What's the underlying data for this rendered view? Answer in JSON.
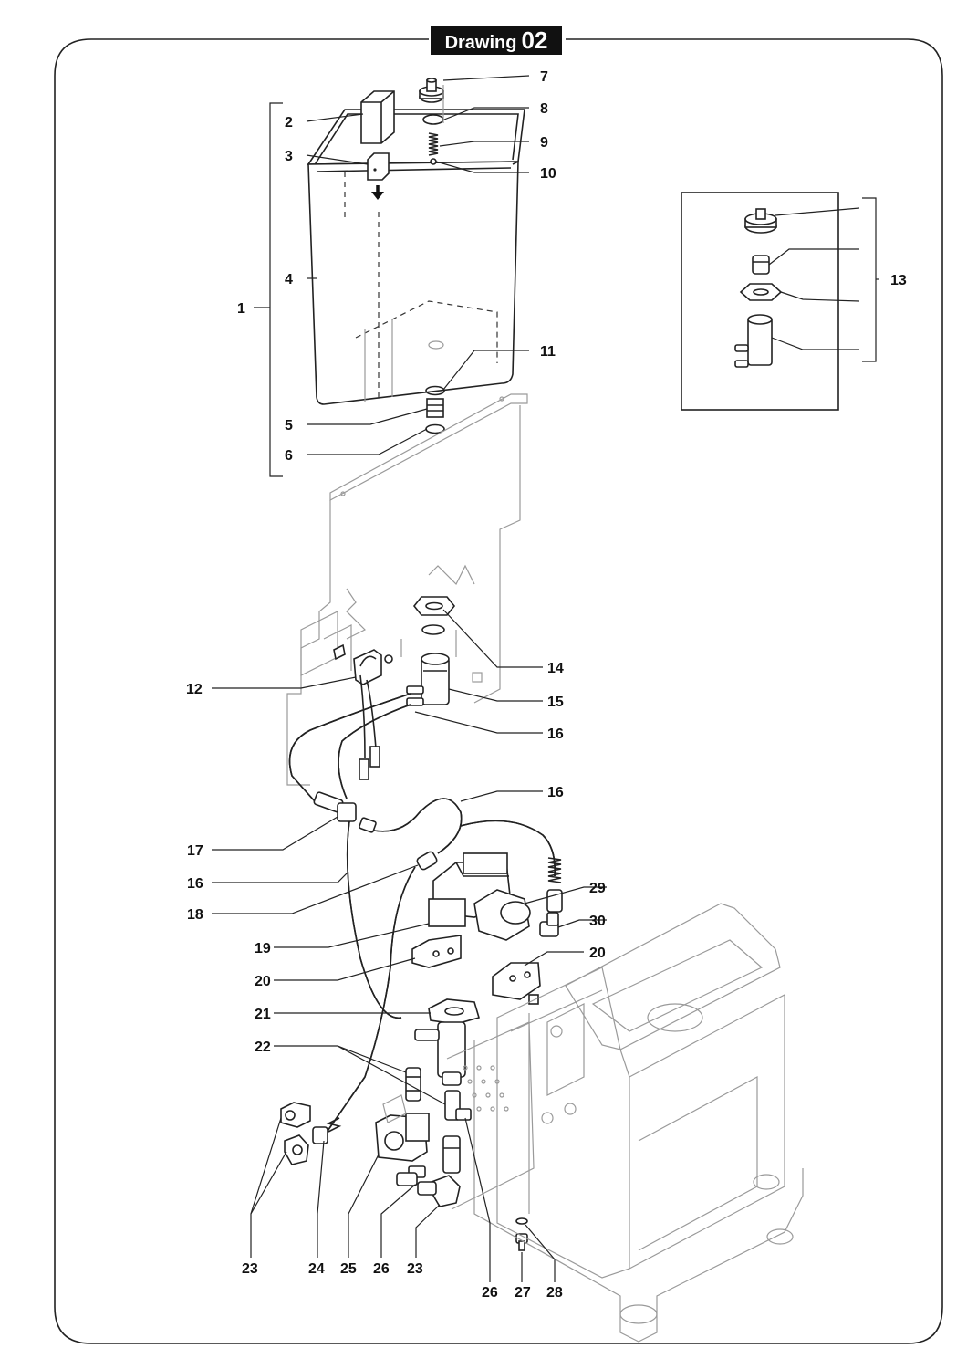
{
  "header": {
    "title_word": "Drawing",
    "title_number": "02"
  },
  "callouts": [
    "1",
    "2",
    "3",
    "4",
    "5",
    "6",
    "7",
    "8",
    "9",
    "10",
    "11",
    "12",
    "13",
    "14",
    "15",
    "16",
    "16",
    "16",
    "17",
    "18",
    "19",
    "20",
    "20",
    "21",
    "22",
    "23",
    "23",
    "24",
    "25",
    "26",
    "26",
    "27",
    "28",
    "29",
    "30"
  ]
}
